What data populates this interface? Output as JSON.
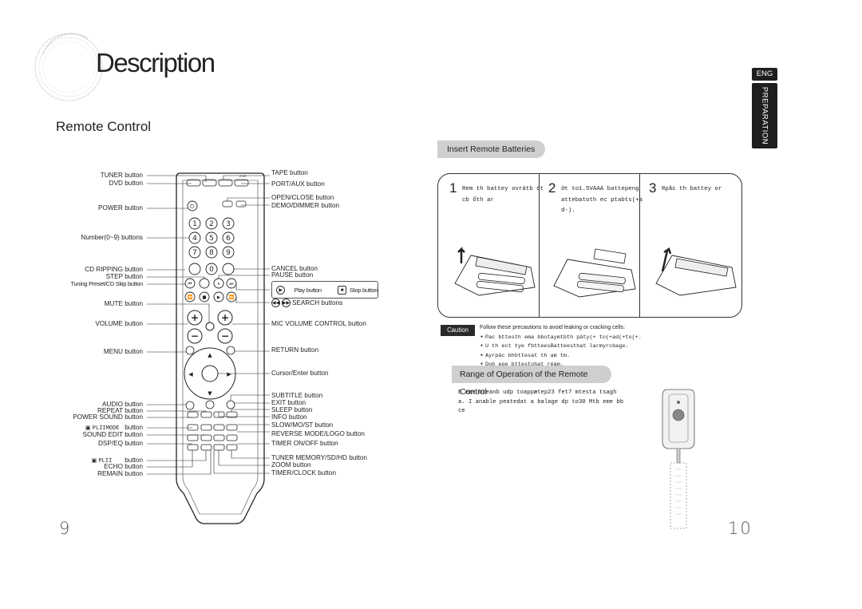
{
  "header": {
    "title": "Description",
    "section": "Remote Control"
  },
  "side_tabs": {
    "language": "ENG",
    "chapter": "PREPARATION"
  },
  "remote": {
    "left_labels": {
      "tuner": "TUNER button",
      "dvd": "DVD button",
      "power": "POWER button",
      "number": "Number(0~9) buttons",
      "cd_ripping": "CD RIPPING button",
      "step": "STEP button",
      "tuning": "Tuning Preset/CD Skip button",
      "mute": "MUTE button",
      "volume": "VOLUME  button",
      "menu": "MENU button",
      "audio": "AUDIO button",
      "repeat": "REPEAT button",
      "power_sound": "POWER SOUND button",
      "plii_mode_mark": "PLIIMODE",
      "plii_mode": "button",
      "sound_edit": "SOUND EDIT button",
      "dsp_eq": "DSP/EQ button",
      "plii_mark": "PLII",
      "plii": "button",
      "echo": "ECHO button",
      "remain": "REMAIN  button"
    },
    "right_labels": {
      "tape": "TAPE button",
      "port_aux": "PORT/AUX button",
      "open_close": "OPEN/CLOSE  button",
      "demo_dimmer": "DEMO/DIMMER button",
      "cancel": "CANCEL button",
      "pause": "PAUSE button",
      "play": "Play button",
      "stop": "Stop button",
      "search": "SEARCH buttons",
      "mic_volume": "MIC VOLUME CONTROL button",
      "return": "RETURN button",
      "cursor": "Cursor/Enter button",
      "subtitle": "SUBTITLE  button",
      "exit": "EXIT button",
      "sleep": "SLEEP button",
      "info": "INFO button",
      "slow": "SLOW/MO/ST button",
      "reverse": "REVERSE MODE/LOGO button",
      "timer_onoff": "TIMER ON/OFF button",
      "tuner_memory": "TUNER MEMORY/SD/HD button",
      "zoom": "ZOOM button",
      "timer_clock": "TIMER/CLOCK button"
    },
    "keys": {
      "digits": [
        "1",
        "2",
        "3",
        "4",
        "5",
        "6",
        "7",
        "8",
        "9",
        "0"
      ]
    }
  },
  "batteries": {
    "heading": "Insert Remote Batteries",
    "steps": [
      {
        "num": "1",
        "text": "Rem th battey ovrátb đtcb ốth ar"
      },
      {
        "num": "2",
        "text": "ởt to1.5VAAA battepeng attebatoth ec ptabts(+ad-)."
      },
      {
        "num": "3",
        "text": "Rpåc th battey or"
      }
    ]
  },
  "caution": {
    "badge": "Caution",
    "heading": "Follow these precautions to avoid leaking or cracking cells:",
    "items": [
      "Pac bttesth ema bbotaymtbth pāty(+ to(+ad(+to(+.",
      "U th ect tye fbtteesBatteesthat larmyrcbage.",
      "Ayrpāc bhbttesat th am tm.",
      "Dob epe bttestohat réám."
    ]
  },
  "range": {
    "heading": "Range of Operation of the Remote Control",
    "text": "E eme bteanb udp toappætep23 fet7 mtesta tsagh a. I anable peatedat a balage dp to30 Mtb eme bb ce"
  }
}
